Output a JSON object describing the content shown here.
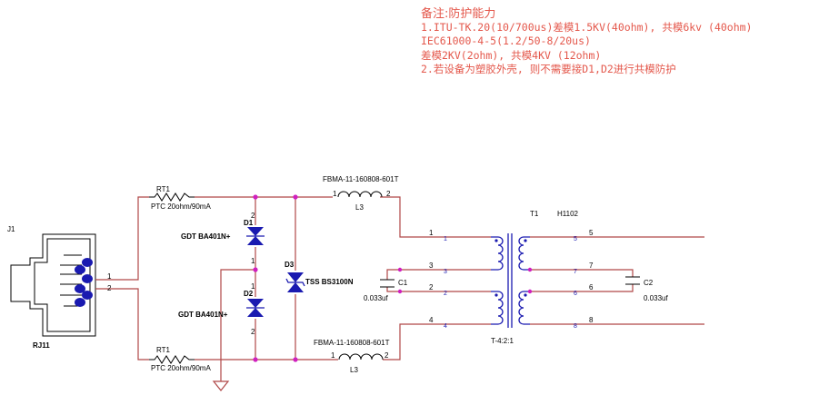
{
  "notes": {
    "title": "备注:防护能力",
    "line1": "1.ITU-TK.20(10/700us)差模1.5KV(40ohm), 共模6kv (40ohm)",
    "line2": "IEC61000-4-5(1.2/50-8/20us)",
    "line3": "差模2KV(2ohm), 共模4KV (12ohm)",
    "line4": "2.若设备为塑胶外壳, 则不需要接D1,D2进行共模防护"
  },
  "connector": {
    "ref": "J1",
    "name": "RJ11",
    "pin1": "1",
    "pin2": "2"
  },
  "rt1_top": {
    "ref": "RT1",
    "value": "PTC 20ohm/90mA"
  },
  "rt1_bottom": {
    "ref": "RT1",
    "value": "PTC 20ohm/90mA"
  },
  "l3_top": {
    "part": "FBMA-11-160808-601T",
    "ref": "L3",
    "pin1": "1",
    "pin2": "2"
  },
  "l3_bottom": {
    "part": "FBMA-11-160808-601T",
    "ref": "L3",
    "pin1": "1",
    "pin2": "2"
  },
  "d1": {
    "ref": "D1",
    "value": "GDT BA401N+",
    "pin_a": "2",
    "pin_b": "1"
  },
  "d2": {
    "ref": "D2",
    "value": "GDT BA401N+",
    "pin_a": "1",
    "pin_b": "2"
  },
  "d3": {
    "ref": "D3",
    "value": "TSS BS3100N"
  },
  "c1": {
    "ref": "C1",
    "value": "0.033uf"
  },
  "c2": {
    "ref": "C2",
    "value": "0.033uf"
  },
  "transformer": {
    "ref": "T1",
    "part": "H1102",
    "ratio": "T-4:2:1",
    "left_pins": [
      "1",
      "3",
      "2",
      "4"
    ],
    "right_pins": [
      "5",
      "7",
      "6",
      "8"
    ],
    "inner_left": [
      "1",
      "3",
      "2",
      "4"
    ],
    "inner_right": [
      "5",
      "7",
      "6",
      "8"
    ]
  },
  "colors": {
    "wire": "#b04848",
    "component": "#1a1ab0",
    "junction": "#d020c0",
    "note": "#e4584c"
  }
}
